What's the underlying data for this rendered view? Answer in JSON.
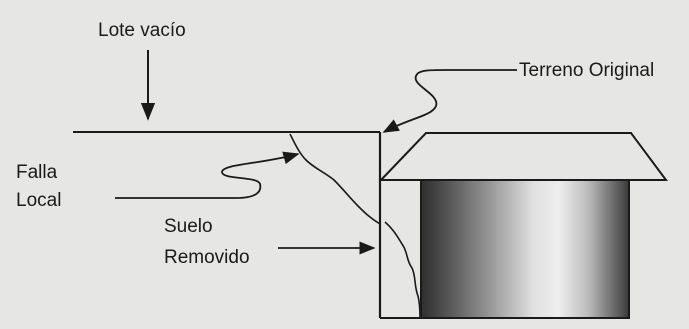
{
  "labels": {
    "lote_vacio": "Lote vacío",
    "terreno_original": "Terreno Original",
    "falla_line1": "Falla",
    "falla_line2": "Local",
    "suelo_line1": "Suelo",
    "suelo_line2": "Removido"
  },
  "colors": {
    "background": "#e6e6e4",
    "ink": "#1a1a1a",
    "stripe_light": "#e6e6e6",
    "stripe_dark": "#333333"
  }
}
